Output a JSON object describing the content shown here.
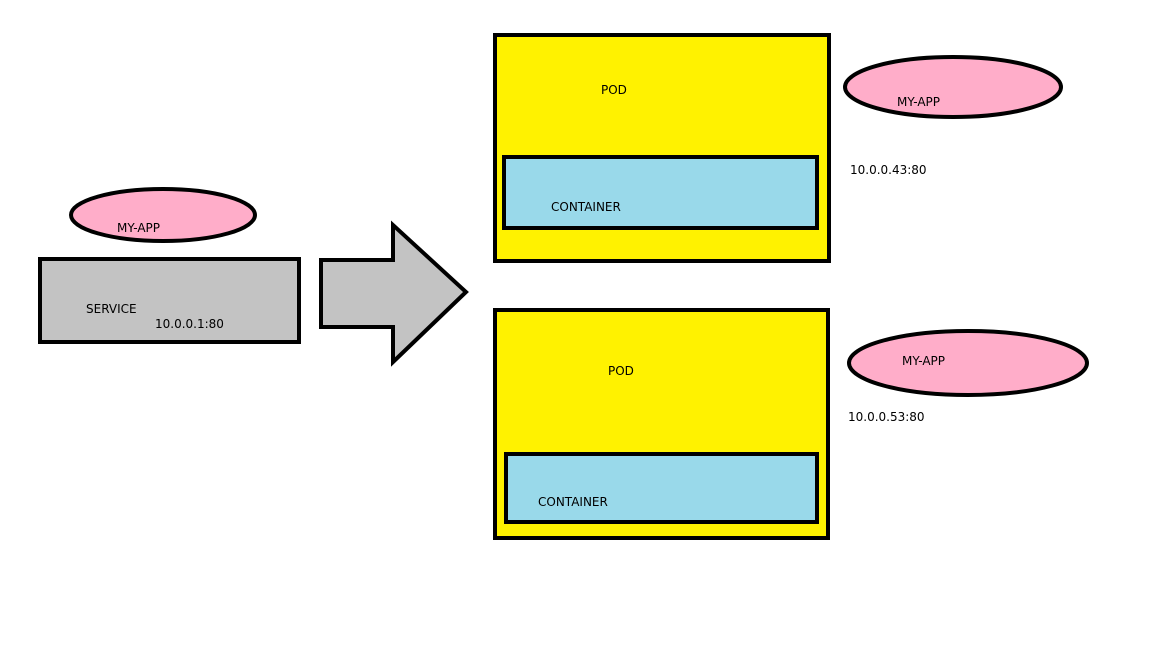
{
  "colors": {
    "background": "#ffffff",
    "outline": "#000000",
    "label_ellipse": "#ffadc9",
    "service": "#c3c3c3",
    "arrow": "#c3c3c3",
    "pod": "#fff200",
    "container": "#99d9ea"
  },
  "service": {
    "label": "MY-APP",
    "name": "SERVICE",
    "address": "10.0.0.1:80"
  },
  "arrow": {
    "icon": "right-block-arrow-icon"
  },
  "pods": [
    {
      "label": "MY-APP",
      "name": "POD",
      "container": "CONTAINER",
      "address": "10.0.0.43:80"
    },
    {
      "label": "MY-APP",
      "name": "POD",
      "container": "CONTAINER",
      "address": "10.0.0.53:80"
    }
  ]
}
